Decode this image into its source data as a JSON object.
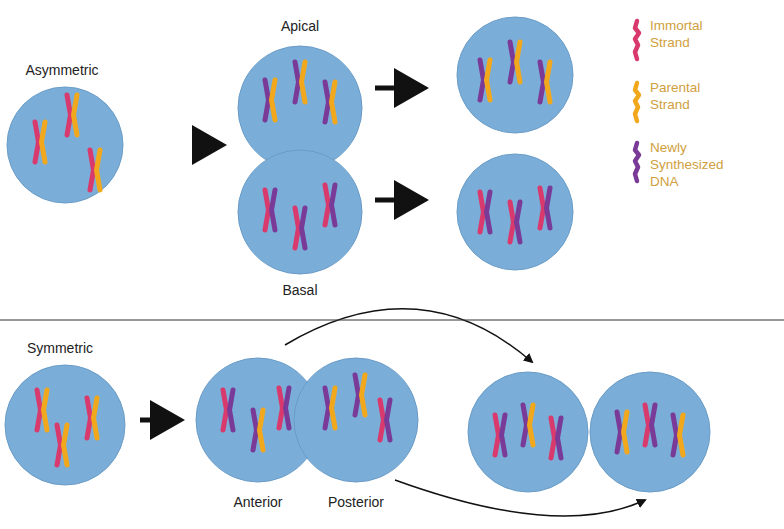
{
  "diagram": {
    "labels": [
      "Asymmetric",
      "Apical",
      "Basal",
      "Symmetric",
      "Anterior",
      "Posterior"
    ],
    "legend": [
      {
        "text": "Immortal Strand",
        "color": "#d93a6e"
      },
      {
        "text": "Parental Strand",
        "color": "#f2a81d"
      },
      {
        "text": "Newly Synthesized DNA",
        "color": "#7a3b98"
      }
    ]
  }
}
